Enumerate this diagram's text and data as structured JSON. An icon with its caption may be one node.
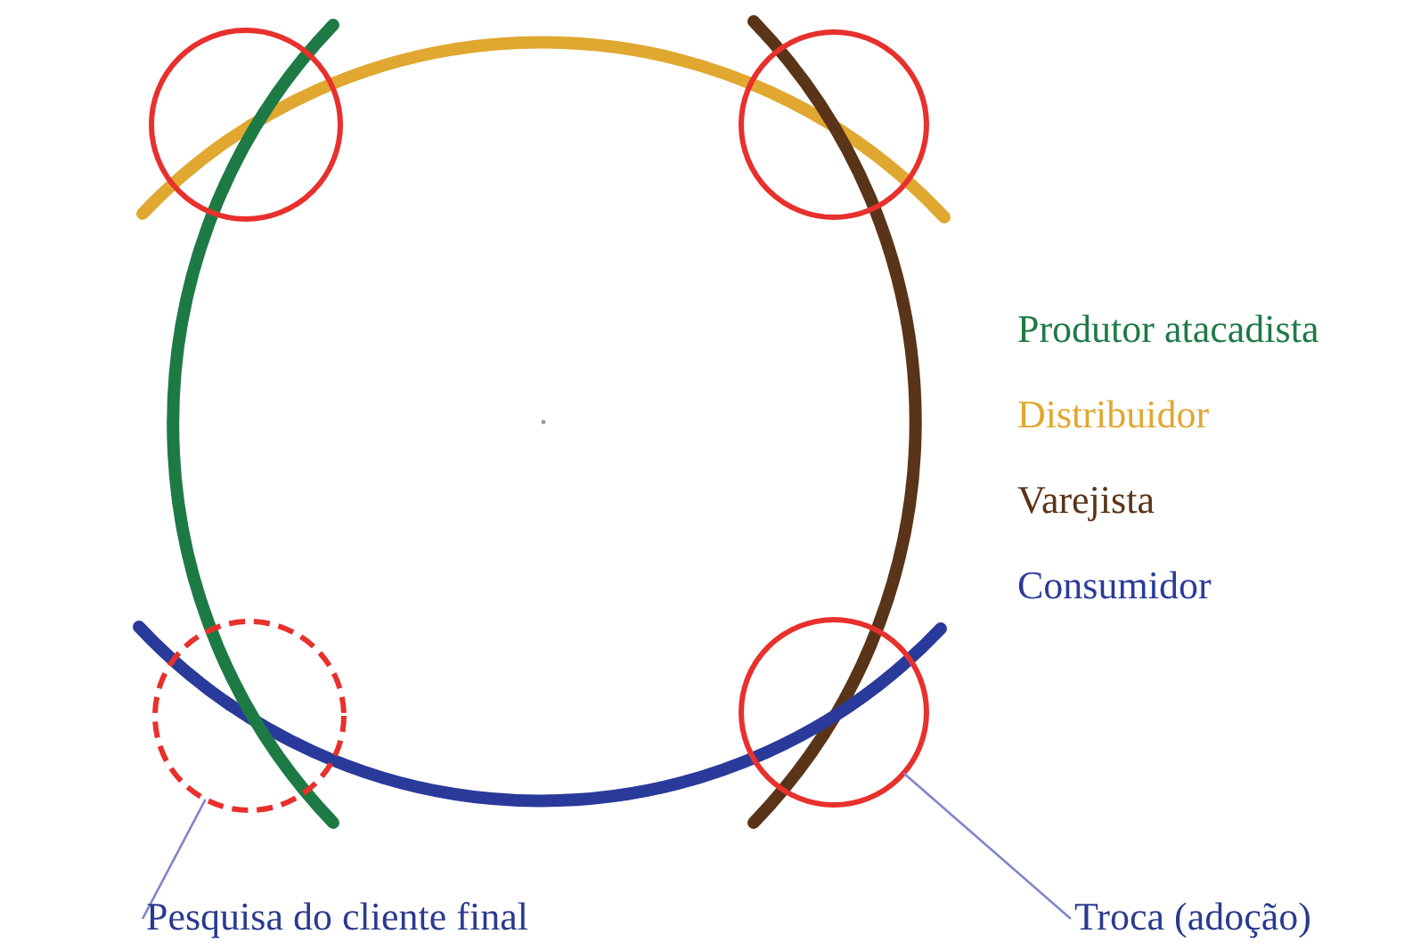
{
  "diagram": {
    "nodes": [
      {
        "text": [],
        "shape": "circle"
      },
      {
        "text": [],
        "shape": "circle"
      },
      {
        "text": [],
        "shape": "circle"
      },
      {
        "text": [],
        "shape": "circle"
      },
      {
        "text": [
          "Pesquisa do cliente final"
        ]
      },
      {
        "text": [
          "Troca (adoção)"
        ]
      }
    ],
    "edges": [
      {
        "from": 4,
        "to": 2,
        "arrow": "none"
      },
      {
        "from": 5,
        "to": 3,
        "arrow": "none"
      }
    ],
    "legend": [
      {
        "text": "Produtor atacadista",
        "color": "#1e7a45"
      },
      {
        "text": "Distribuidor",
        "color": "#e0a830"
      },
      {
        "text": "Varejista",
        "color": "#5a3418"
      },
      {
        "text": "Consumidor",
        "color": "#2a3a9a"
      }
    ]
  }
}
